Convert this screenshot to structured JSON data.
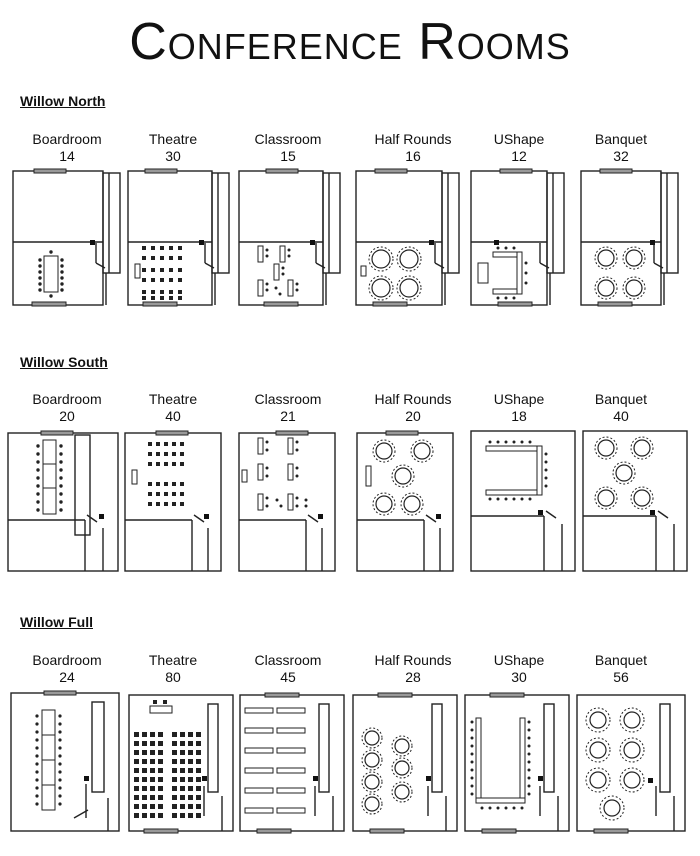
{
  "title": "Conference Rooms",
  "sections": [
    {
      "name": "Willow North",
      "layouts": [
        {
          "name": "Boardroom",
          "capacity": "14",
          "icon": "boardroom-table"
        },
        {
          "name": "Theatre",
          "capacity": "30",
          "icon": "theatre-rows"
        },
        {
          "name": "Classroom",
          "capacity": "15",
          "icon": "classroom-tables"
        },
        {
          "name": "Half Rounds",
          "capacity": "16",
          "icon": "half-round-tables"
        },
        {
          "name": "UShape",
          "capacity": "12",
          "icon": "u-shape-table"
        },
        {
          "name": "Banquet",
          "capacity": "32",
          "icon": "banquet-rounds"
        }
      ]
    },
    {
      "name": "Willow South",
      "layouts": [
        {
          "name": "Boardroom",
          "capacity": "20",
          "icon": "boardroom-table"
        },
        {
          "name": "Theatre",
          "capacity": "40",
          "icon": "theatre-rows"
        },
        {
          "name": "Classroom",
          "capacity": "21",
          "icon": "classroom-tables"
        },
        {
          "name": "Half Rounds",
          "capacity": "20",
          "icon": "half-round-tables"
        },
        {
          "name": "UShape",
          "capacity": "18",
          "icon": "u-shape-table"
        },
        {
          "name": "Banquet",
          "capacity": "40",
          "icon": "banquet-rounds"
        }
      ]
    },
    {
      "name": "Willow Full",
      "layouts": [
        {
          "name": "Boardroom",
          "capacity": "24",
          "icon": "boardroom-table"
        },
        {
          "name": "Theatre",
          "capacity": "80",
          "icon": "theatre-rows"
        },
        {
          "name": "Classroom",
          "capacity": "45",
          "icon": "classroom-tables"
        },
        {
          "name": "Half Rounds",
          "capacity": "28",
          "icon": "half-round-tables"
        },
        {
          "name": "UShape",
          "capacity": "30",
          "icon": "u-shape-table"
        },
        {
          "name": "Banquet",
          "capacity": "56",
          "icon": "banquet-rounds"
        }
      ]
    }
  ]
}
